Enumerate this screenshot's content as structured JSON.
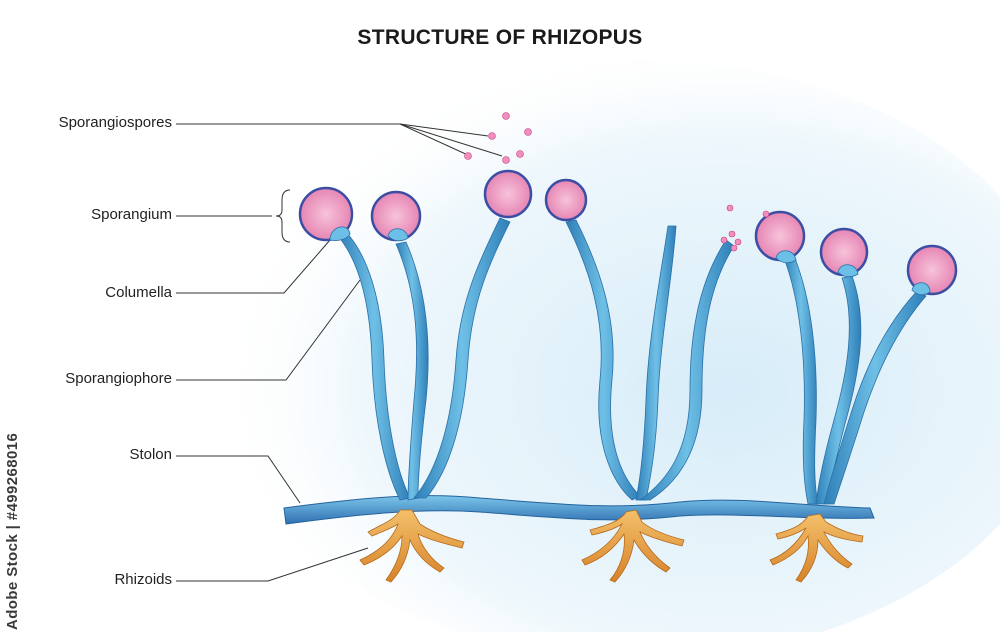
{
  "title": "STRUCTURE OF RHIZOPUS",
  "labels": {
    "sporangiospores": "Sporangiospores",
    "sporangium": "Sporangium",
    "columella": "Columella",
    "sporangiophore": "Sporangiophore",
    "stolon": "Stolon",
    "rhizoids": "Rhizoids"
  },
  "side_credit": "Adobe Stock | #499268016",
  "colors": {
    "stalk": "#5aaed8",
    "stalk_dark": "#2e7fb8",
    "sporangium_fill": "#ef9fc4",
    "sporangium_rim": "#3b4ea3",
    "rhizoid": "#e8a23a",
    "background_glow": "#dff0fa"
  }
}
